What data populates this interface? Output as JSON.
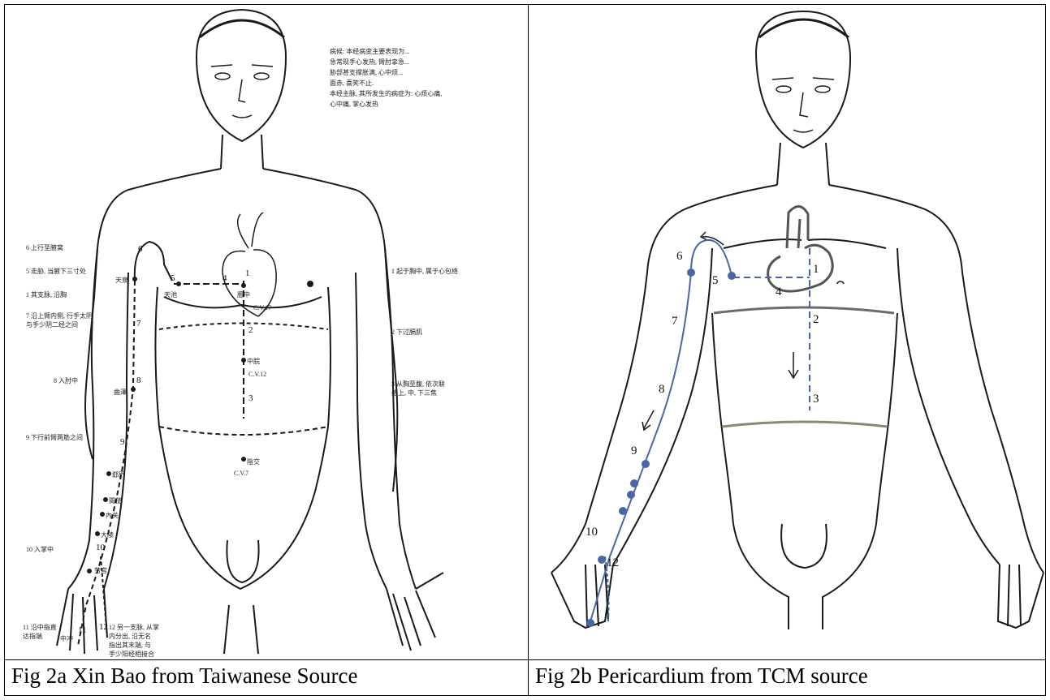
{
  "figures": [
    {
      "caption": "Fig 2a Xin Bao from Taiwanese Source",
      "point_numbers": [
        "1",
        "2",
        "3",
        "4",
        "5",
        "6",
        "7",
        "8",
        "9",
        "10",
        "11",
        "12"
      ],
      "point_names": {
        "tianquan": "天泉",
        "tianchi": "天池",
        "danzhong": "膻中",
        "zhongwan": "中脘",
        "yinjiao": "陰交",
        "quze": "曲澤",
        "ximen": "郄門",
        "jianshi": "間使",
        "neiguan": "內关",
        "daling": "大陵",
        "laogong": "劳宫",
        "zhongchong": "中冲"
      },
      "cv_labels": {
        "cv17": "C.V.17",
        "cv12": "C.V.12",
        "cv7": "C.V.7"
      },
      "notes_left": [
        "6 上行至腋窝",
        "5 走胁, 当腋下三寸处",
        "1 其支脉, 沿胸",
        "7 沿上臂内侧, 行手太阴",
        "与手少阴二经之间",
        "8 入肘中",
        "9 下行前臂两筋之间",
        "10 入掌中",
        "11 沿中指直",
        "达指端"
      ],
      "notes_right": [
        "1 起于胸中, 属于心包络",
        "2 下过膈肌",
        "3 从胸至腹, 依次联",
        "络上, 中, 下三焦"
      ],
      "note_bottom": [
        "12 另一支脉, 从掌",
        "内分出, 沿无名",
        "指出其末端, 与",
        "手少阳经相接合"
      ],
      "note_top": [
        "病候: 本经病变主要表现为...",
        "急常现手心发热, 臂肘挛急...",
        "胁部甚支撑胀满, 心中烦...",
        "面赤, 喜笑不止.",
        "本经主脉, 其所发生的病症为: 心烦心痛,",
        "心中痛, 掌心发热"
      ]
    },
    {
      "caption": "Fig 2b Pericardium from TCM source",
      "point_numbers": [
        "1",
        "2",
        "3",
        "4",
        "5",
        "6",
        "7",
        "8",
        "9",
        "10",
        "12"
      ]
    }
  ],
  "colors": {
    "meridian_blue": "#4a66a8",
    "line_dark": "#1a1a1a"
  }
}
